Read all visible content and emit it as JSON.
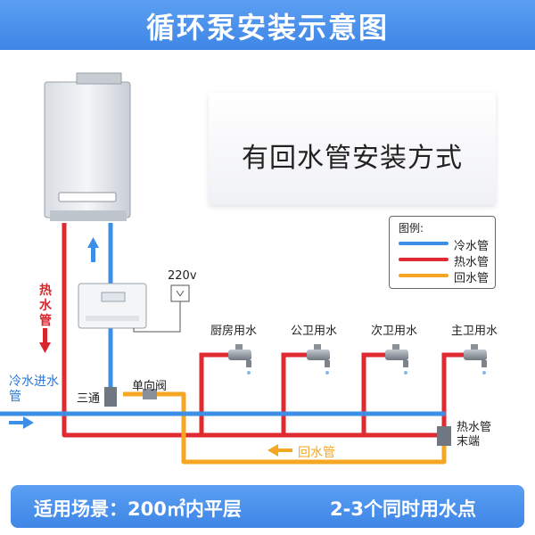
{
  "header": {
    "title": "循环泵安装示意图"
  },
  "method_panel": {
    "title": "有回水管安装方式"
  },
  "legend": {
    "title": "图例:",
    "items": [
      {
        "label": "冷水管",
        "color": "#3d8ee6"
      },
      {
        "label": "热水管",
        "color": "#e02a32"
      },
      {
        "label": "回水管",
        "color": "#f5a623"
      }
    ]
  },
  "labels": {
    "power": "220v",
    "hot_water": "热水管",
    "cold_inlet": "冷水进水管",
    "tee": "三通",
    "check_valve": "单向阀",
    "return_pipe": "回水管",
    "hot_end": "热水管末端",
    "fixtures": [
      "厨房用水",
      "公卫用水",
      "次卫用水",
      "主卫用水"
    ]
  },
  "footer": {
    "left": "适用场景：200㎡内平层",
    "right": "2-3个同时用水点"
  },
  "colors": {
    "cold": "#3d8ee6",
    "hot": "#e02a32",
    "return": "#f5a623",
    "brand": "#4a90e8"
  }
}
